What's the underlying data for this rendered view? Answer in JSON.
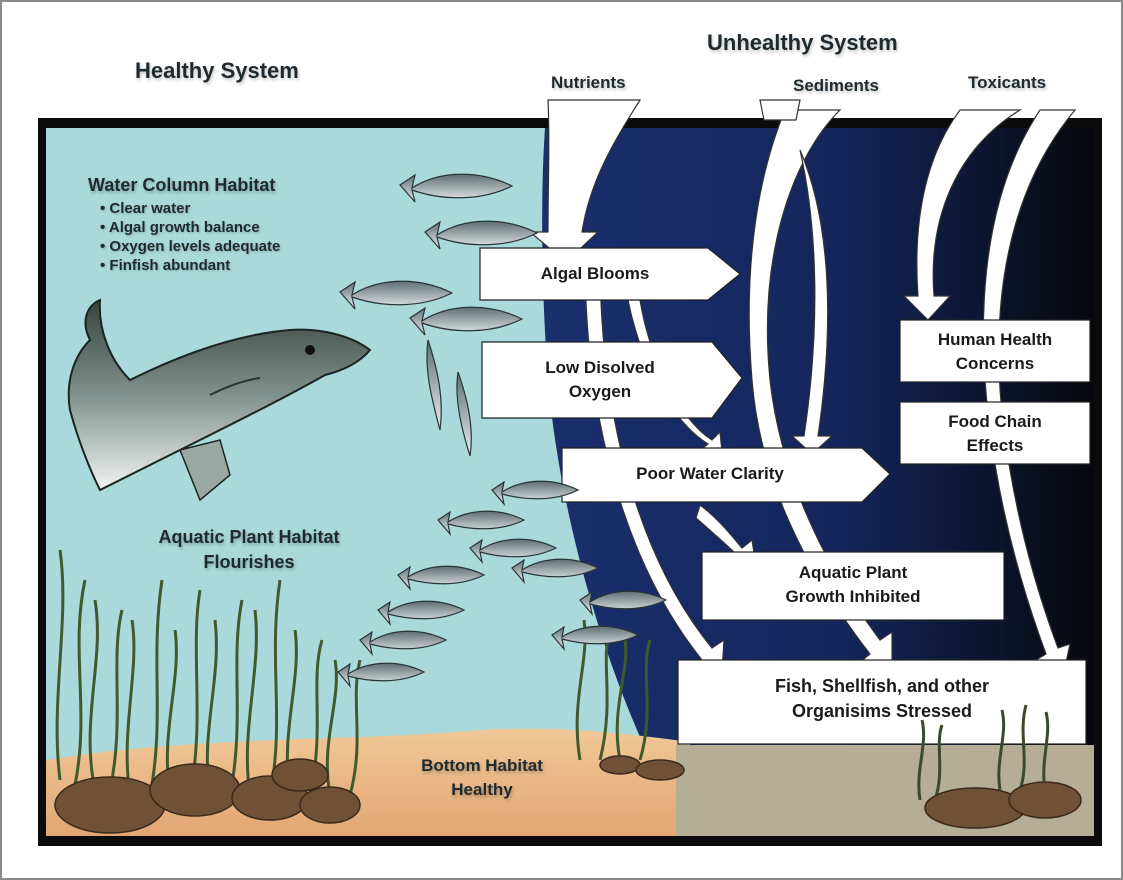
{
  "titles": {
    "healthy": "Healthy System",
    "unhealthy": "Unhealthy System"
  },
  "stressors": [
    "Nutrients",
    "Sediments",
    "Toxicants"
  ],
  "water_column": {
    "heading": "Water Column Habitat",
    "bullets": [
      "Clear water",
      "Algal growth balance",
      "Oxygen levels adequate",
      "Finfish abundant"
    ]
  },
  "aquatic_plant_habitat": [
    "Aquatic Plant Habitat",
    "Flourishes"
  ],
  "bottom_habitat": [
    "Bottom Habitat",
    "Healthy"
  ],
  "effects": {
    "algal_blooms": [
      "Algal Blooms"
    ],
    "low_oxygen": [
      "Low Disolved",
      "Oxygen"
    ],
    "poor_clarity": [
      "Poor Water Clarity"
    ],
    "plant_inhibited": [
      "Aquatic Plant",
      "Growth Inhibited"
    ],
    "organisms_stressed": [
      "Fish, Shellfish, and other",
      "Organisims Stressed"
    ],
    "human_health": [
      "Human Health",
      "Concerns"
    ],
    "food_chain": [
      "Food Chain",
      "Effects"
    ]
  },
  "colors": {
    "healthy_water": "#a9d9da",
    "unhealthy_water": "#142a66",
    "dark_water": "#0d0f1a",
    "sand": "#e9b98a",
    "grass": "#4f6a3a"
  }
}
